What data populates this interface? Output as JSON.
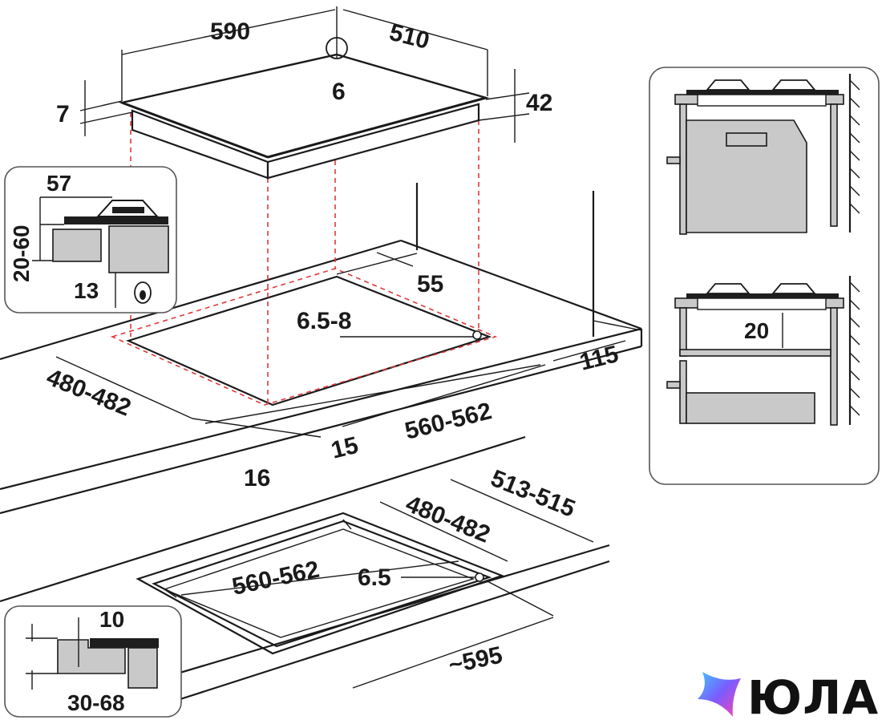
{
  "dimensions": {
    "hob_width": "590",
    "hob_depth": "510",
    "hob_corner": "6",
    "glass_thickness": "7",
    "hob_height": "42",
    "cutout_depth_top": "55",
    "fixing_hole_top": "6.5-8",
    "cutout_front": "480-482",
    "cutout_side": "115",
    "cutout_width": "560-562",
    "front_gap": "15",
    "edge_gap": "16",
    "flush_width": "513-515",
    "flush_depth": "480-482",
    "flush_cutout_width": "560-562",
    "flush_hole": "6.5",
    "flush_overall": "~595",
    "oven_clearance": "20"
  },
  "inset_side": {
    "burner_height": "57",
    "worktop_range": "20-60",
    "gas_clearance": "13"
  },
  "inset_flush": {
    "step": "10",
    "worktop_range": "30-68"
  },
  "brand": {
    "logo_text": "ЮЛА",
    "logo_gradient": [
      "#3ec6ff",
      "#7b5cff",
      "#ff3fb4"
    ]
  }
}
